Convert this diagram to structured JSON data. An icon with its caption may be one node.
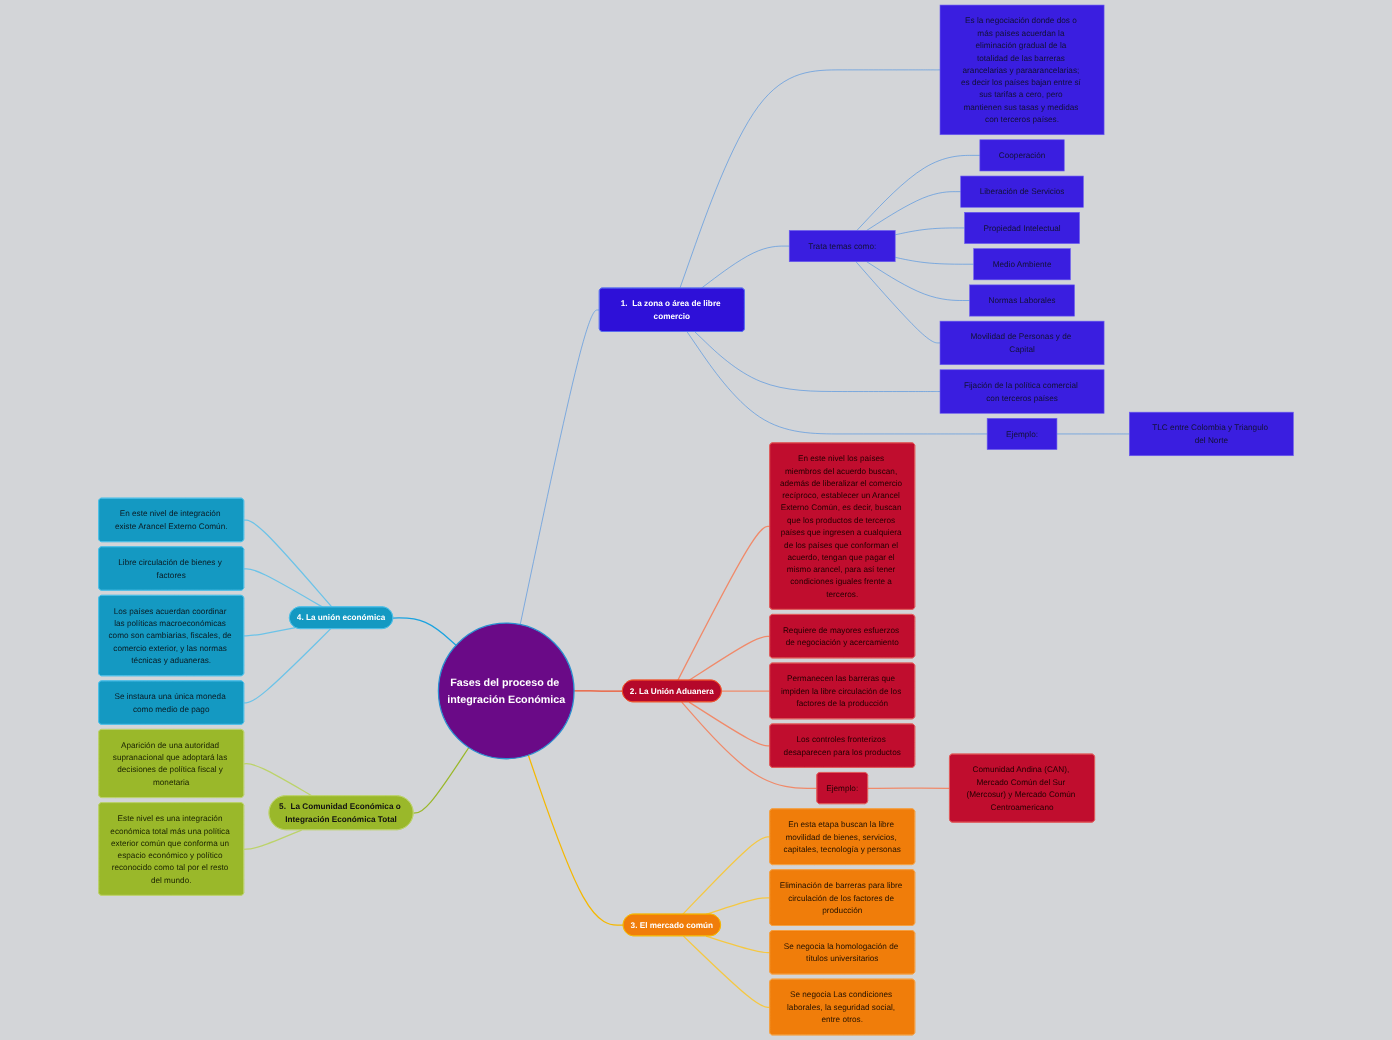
{
  "diagram": {
    "nodes": [
      {
        "text": [
          "Fases del proceso de integración Económica"
        ]
      },
      {
        "text": [
          "1.  La zona o área de libre comercio"
        ]
      },
      {
        "text": [
          "Es la negociación donde dos o más países acuerdan la eliminación gradual de la totalidad de las barreras arancelarias y paraarancelarias; es decir los países bajan entre sí sus tarifas a cero, pero mantienen sus tasas y medidas con terceros países."
        ]
      },
      {
        "text": [
          "Trata temas como:"
        ]
      },
      {
        "text": [
          "Cooperación"
        ]
      },
      {
        "text": [
          "Liberación de Servicios"
        ]
      },
      {
        "text": [
          "Propiedad Intelectual"
        ]
      },
      {
        "text": [
          "Medio Ambiente"
        ]
      },
      {
        "text": [
          "Normas Laborales"
        ]
      },
      {
        "text": [
          "Movilidad de Personas y de Capital"
        ]
      },
      {
        "text": [
          "Fijación de la política comercial con terceros países"
        ]
      },
      {
        "text": [
          "Ejemplo:"
        ]
      },
      {
        "text": [
          "TLC entre Colombia y Triangulo del Norte"
        ]
      },
      {
        "text": [
          "2. La Unión Aduanera"
        ]
      },
      {
        "text": [
          "En este nivel los países miembros del acuerdo buscan, además de liberalizar el comercio recíproco, establecer un Arancel Externo Común, es decir, buscan que los productos de terceros países que ingresen a cualquiera de los países que conforman el acuerdo, tengan que pagar el mismo arancel, para así tener condiciones iguales frente a terceros."
        ]
      },
      {
        "text": [
          "Requiere de mayores esfuerzos de negociación y acercamiento"
        ]
      },
      {
        "text": [
          "Permanecen las barreras que impiden la libre circulación de los factores de la producción"
        ]
      },
      {
        "text": [
          "Los controles fronterizos desaparecen para los productos"
        ]
      },
      {
        "text": [
          "Ejemplo:"
        ]
      },
      {
        "text": [
          "Comunidad Andina (CAN), Mercado Común del Sur (Mercosur) y Mercado Común Centroamericano"
        ]
      },
      {
        "text": [
          "3. El mercado común"
        ]
      },
      {
        "text": [
          "En esta etapa buscan la libre movilidad de bienes, servicios, capitales, tecnología y personas"
        ]
      },
      {
        "text": [
          "Eliminación de barreras para libre circulación de los factores de producción"
        ]
      },
      {
        "text": [
          "Se negocia la homologación de títulos universitarios"
        ]
      },
      {
        "text": [
          "Se negocia Las condiciones laborales, la seguridad social, entre otros."
        ]
      },
      {
        "text": [
          "4. La unión económica"
        ]
      },
      {
        "text": [
          "En este nivel de integración existe Arancel Externo Común."
        ]
      },
      {
        "text": [
          "Libre circulación de bienes y factores"
        ]
      },
      {
        "text": [
          "Los países acuerdan coordinar las políticas macroeconómicas como son cambiarias, fiscales, de comercio exterior, y las normas técnicas y aduaneras."
        ]
      },
      {
        "text": [
          "Se instaura una única moneda como medio de pago"
        ]
      },
      {
        "text": [
          "5.  La Comunidad Económica o Integración Económica Total"
        ]
      },
      {
        "text": [
          "Aparición de una autoridad supranacional que adoptará las decisiones de política fiscal y monetaria"
        ]
      },
      {
        "text": [
          "Este nivel es una integración económica total más una política exterior común que conforma un espacio económico y político reconocido como tal por el resto del mundo."
        ]
      }
    ],
    "edges": [
      {
        "from": 0,
        "to": 1,
        "arrow": "none"
      },
      {
        "from": 1,
        "to": 2,
        "arrow": "none"
      },
      {
        "from": 1,
        "to": 3,
        "arrow": "none"
      },
      {
        "from": 3,
        "to": 4,
        "arrow": "none"
      },
      {
        "from": 3,
        "to": 5,
        "arrow": "none"
      },
      {
        "from": 3,
        "to": 6,
        "arrow": "none"
      },
      {
        "from": 3,
        "to": 7,
        "arrow": "none"
      },
      {
        "from": 3,
        "to": 8,
        "arrow": "none"
      },
      {
        "from": 3,
        "to": 9,
        "arrow": "none"
      },
      {
        "from": 1,
        "to": 10,
        "arrow": "none"
      },
      {
        "from": 1,
        "to": 11,
        "arrow": "none"
      },
      {
        "from": 11,
        "to": 12,
        "arrow": "none"
      },
      {
        "from": 0,
        "to": 13,
        "arrow": "none",
        "color": "#f0522a"
      },
      {
        "from": 13,
        "to": 14,
        "arrow": "none",
        "color": "#f08a6a"
      },
      {
        "from": 13,
        "to": 15,
        "arrow": "none",
        "color": "#f08a6a"
      },
      {
        "from": 13,
        "to": 16,
        "arrow": "none",
        "color": "#f08a6a"
      },
      {
        "from": 13,
        "to": 17,
        "arrow": "none",
        "color": "#f08a6a"
      },
      {
        "from": 13,
        "to": 18,
        "arrow": "none",
        "color": "#f08a6a"
      },
      {
        "from": 18,
        "to": 19,
        "arrow": "none",
        "color": "#f08a6a"
      },
      {
        "from": 0,
        "to": 20,
        "arrow": "none",
        "color": "#f5b800"
      },
      {
        "from": 20,
        "to": 21,
        "arrow": "none",
        "color": "#f5c842"
      },
      {
        "from": 20,
        "to": 22,
        "arrow": "none",
        "color": "#f5c842"
      },
      {
        "from": 20,
        "to": 23,
        "arrow": "none",
        "color": "#f5c842"
      },
      {
        "from": 20,
        "to": 24,
        "arrow": "none",
        "color": "#f5c842"
      },
      {
        "from": 0,
        "to": 25,
        "arrow": "none",
        "color": "#1aa3e0"
      },
      {
        "from": 25,
        "to": 26,
        "arrow": "none",
        "color": "#6cc3e8"
      },
      {
        "from": 25,
        "to": 27,
        "arrow": "none",
        "color": "#6cc3e8"
      },
      {
        "from": 25,
        "to": 28,
        "arrow": "none",
        "color": "#6cc3e8"
      },
      {
        "from": 25,
        "to": 29,
        "arrow": "none",
        "color": "#6cc3e8"
      },
      {
        "from": 0,
        "to": 30,
        "arrow": "none",
        "color": "#9ab82a"
      },
      {
        "from": 30,
        "to": 31,
        "arrow": "none",
        "color": "#bcd36a"
      },
      {
        "from": 30,
        "to": 32,
        "arrow": "none",
        "color": "#bcd36a"
      }
    ]
  }
}
